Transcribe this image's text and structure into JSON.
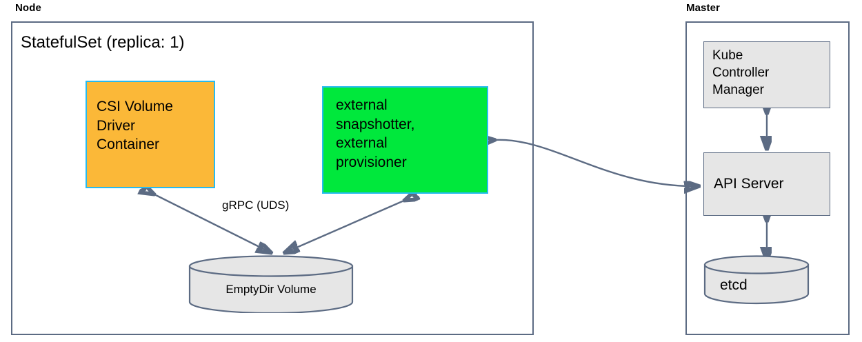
{
  "diagram": {
    "title_node": "Node",
    "title_master": "Master",
    "statefulset": "StatefulSet (replica: 1)",
    "nodes": {
      "csi_driver": "CSI Volume\nDriver\nContainer",
      "external_sidecars": "external\nsnapshotter,\nexternal\nprovisioner",
      "emptydir": "EmptyDir Volume",
      "kube_controller_manager": "Kube\nController\nManager",
      "api_server": "API Server",
      "etcd": "etcd"
    },
    "edges": {
      "grpc_label": "gRPC (UDS)"
    },
    "colors": {
      "csi_fill": "#fbb838",
      "csi_border": "#27baf0",
      "external_fill": "#00e83c",
      "external_border": "#27baf0",
      "master_node_fill": "#e6e6e6",
      "outline": "#5c6b83",
      "background": "#ffffff"
    }
  }
}
